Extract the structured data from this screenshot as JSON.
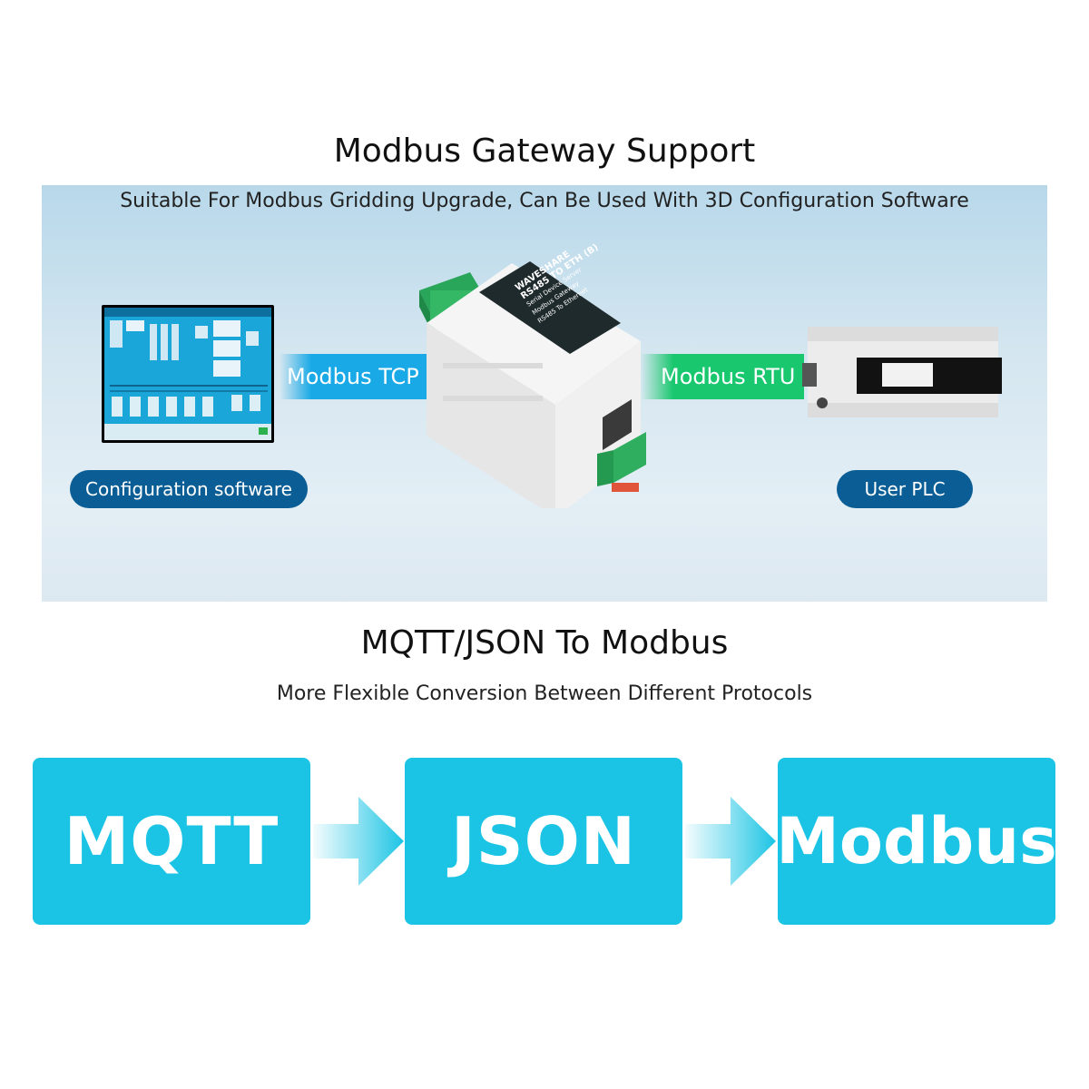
{
  "section1": {
    "title": "Modbus Gateway Support",
    "subtitle": "Suitable For Modbus Gridding Upgrade, Can Be Used With 3D Configuration Software",
    "tcp_label": "Modbus TCP",
    "rtu_label": "Modbus RTU",
    "left_caption": "Configuration software",
    "right_caption": "User PLC",
    "device": {
      "brand": "WAVESHARE",
      "model": "RS485 TO ETH (B)",
      "desc_line1": "Serial Device Server",
      "desc_line2": "Modbus Gateway",
      "desc_line3": "RS485 To Ethernet"
    }
  },
  "section2": {
    "title": "MQTT/JSON To Modbus",
    "subtitle": "More Flexible Conversion Between Different Protocols",
    "flow": [
      "MQTT",
      "JSON",
      "Modbus"
    ]
  },
  "colors": {
    "tcp_banner": "#18a9e6",
    "rtu_banner": "#19c76e",
    "pill": "#0a5e95",
    "flow_box": "#1bc4e4"
  }
}
